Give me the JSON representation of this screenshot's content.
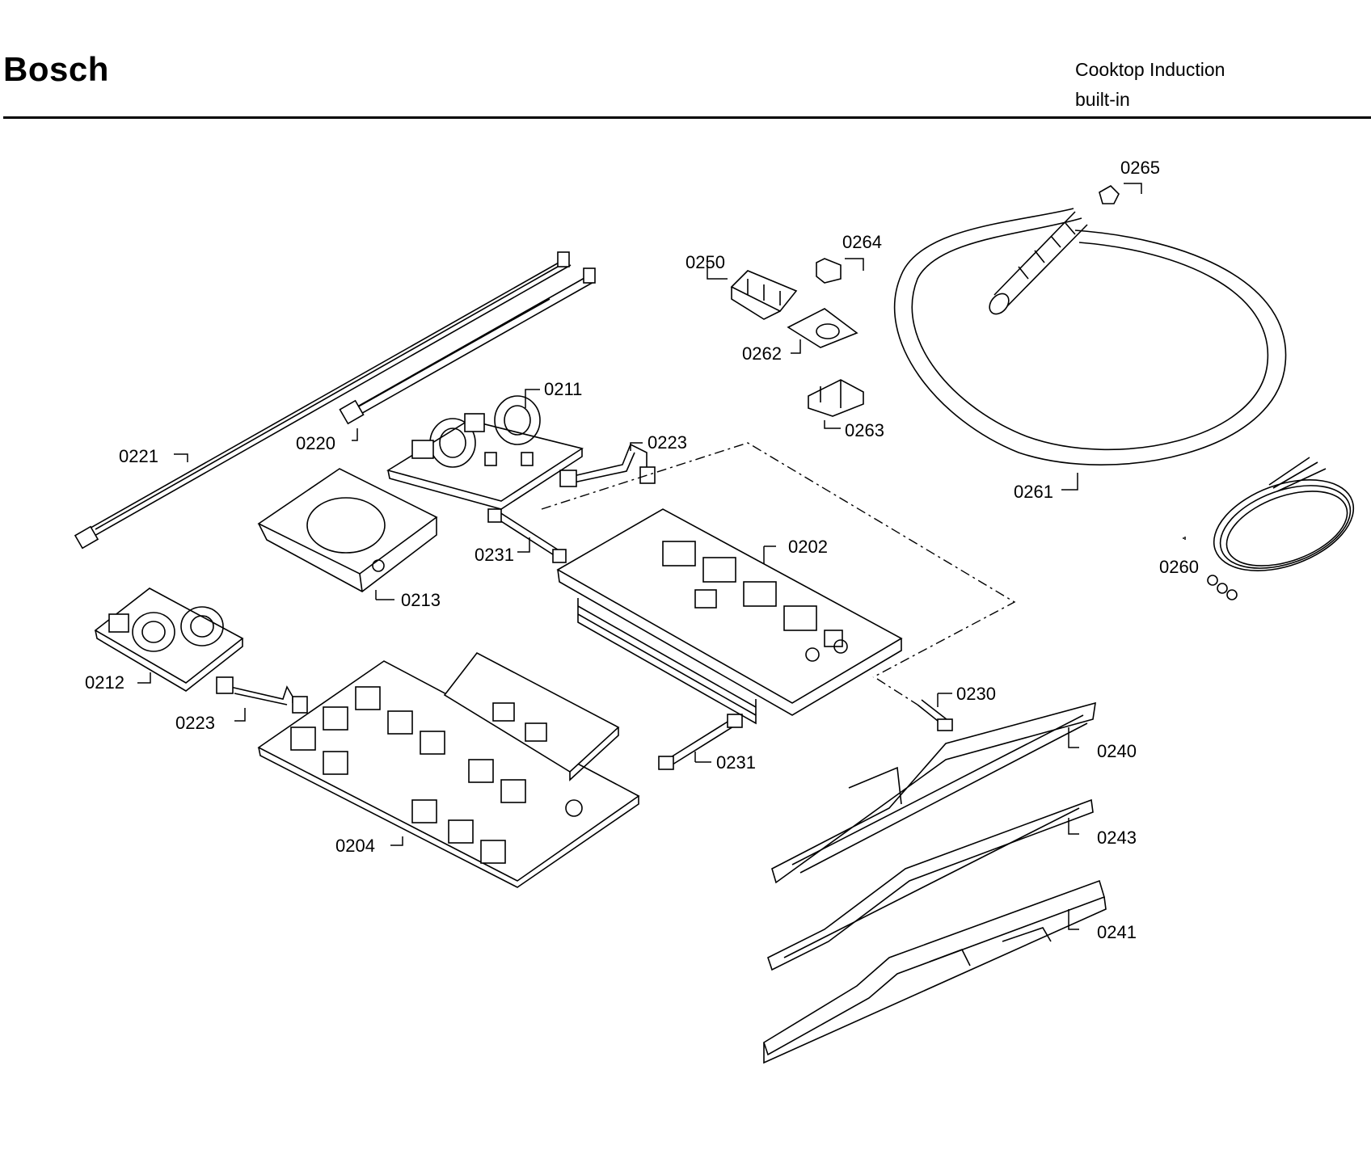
{
  "header": {
    "brand": "Bosch",
    "model_line1": "Cooktop Induction",
    "model_line2": "built-in"
  },
  "callouts": {
    "p0265": "0265",
    "p0264": "0264",
    "p0250": "0250",
    "p0262": "0262",
    "p0263": "0263",
    "p0261": "0261",
    "p0260": "0260",
    "p0211": "0211",
    "p0223a": "0223",
    "p0220": "0220",
    "p0221": "0221",
    "p0231a": "0231",
    "p0213": "0213",
    "p0202": "0202",
    "p0212": "0212",
    "p0223b": "0223",
    "p0230": "0230",
    "p0240": "0240",
    "p0231b": "0231",
    "p0204": "0204",
    "p0243": "0243",
    "p0241": "0241"
  }
}
